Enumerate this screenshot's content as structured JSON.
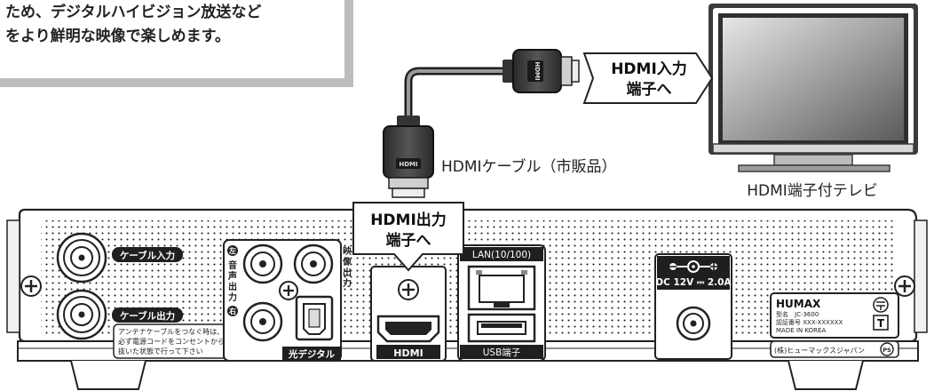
{
  "note": {
    "line1": "ため、デジタルハイビジョン放送など",
    "line2": "をより鮮明な映像で楽しめます。"
  },
  "callouts": {
    "hdmi_in_line1": "HDMI入力",
    "hdmi_in_line2": "端子へ",
    "hdmi_out_line1": "HDMI出力",
    "hdmi_out_line2": "端子へ"
  },
  "labels": {
    "cable": "HDMIケーブル（市販品）",
    "tv": "HDMI端子付テレビ",
    "plug_mark": "HDMI"
  },
  "panel": {
    "cable_in": "ケーブル入力",
    "cable_out": "ケーブル出力",
    "antenna_note_1": "アンテナケーブルをつなぐ時は、",
    "antenna_note_2": "必ず電源コードをコンセントから",
    "antenna_note_3": "抜いた状態で行って下さい",
    "audio_out_1": "音",
    "audio_out_2": "声",
    "audio_out_3": "出",
    "audio_out_4": "力",
    "left_mark": "左",
    "right_mark": "右",
    "video_out_1": "映",
    "video_out_2": "像",
    "video_out_3": "出",
    "video_out_4": "力",
    "optical": "光デジタル",
    "hdmi_port": "HDMI",
    "lan": "LAN(10/100)",
    "usb": "USB端子",
    "dc": "DC 12V ⎓ 2.0A",
    "brand": "HUMAX",
    "model": "型名　JC-3600",
    "cert": "認証番号 XXX-XXXXXX",
    "made": "MADE IN KOREA",
    "t_mark": "T",
    "company": "(株)ヒューマックスジャパン",
    "ps_mark": "PS"
  }
}
